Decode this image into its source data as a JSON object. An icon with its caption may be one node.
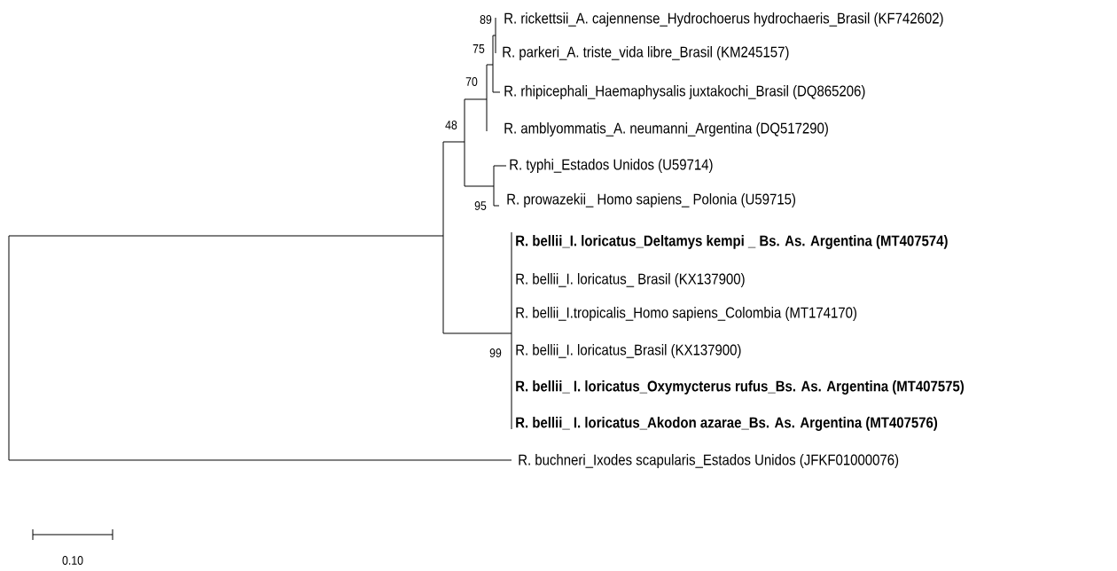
{
  "diagram": {
    "labels": [
      "89",
      "R. rickettsii_A. cajennense_Hydrochoerus hydrochaeris_Brasil (KF742602)",
      "75",
      "R. parkeri_A. triste_vida libre_Brasil (KM245157)",
      "70",
      "R. rhipicephali_Haemaphysalis juxtakochi_Brasil (DQ865206)",
      "48",
      "R. amblyommatis_A. neumanni_Argentina (DQ517290)",
      "R. typhi_Estados Unidos (U59714)",
      "95",
      "R. prowazekii_ Homo sapiens_ Polonia (U59715)",
      "R. bellii_I. loricatus_Deltamys kempi _ Bs. As. Argentina (MT407574)",
      "R. bellii_I. loricatus_ Brasil (KX137900)",
      "R. bellii_I.tropicalis_Homo sapiens_Colombia (MT174170)",
      "99",
      "R. bellii_I. loricatus_Brasil (KX137900)",
      "R. bellii_ I. loricatus_Oxymycterus rufus_Bs. As. Argentina (MT407575)",
      "R. bellii_ I. loricatus_Akodon azarae_Bs. As. Argentina (MT407576)",
      "R. buchneri_Ixodes scapularis_Estados Unidos (JFKF01000076)",
      "0.10"
    ]
  }
}
